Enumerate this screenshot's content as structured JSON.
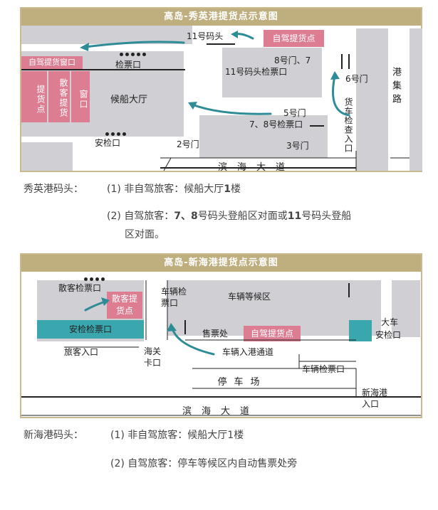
{
  "map1": {
    "title": "高岛-秀英港提货点示意图",
    "labels": {
      "pier11": "11号码头",
      "self_drive_pickup_top": "自驾提货点",
      "self_drive_window": "自驾提货窗口",
      "gate_8_7": "8号门、7",
      "pier11_check": "11号码头检票口",
      "gate6": "6号门",
      "road_gangji": "港集路",
      "ticket_check": "检票口",
      "pickup_point": "提货点",
      "walkin_window": "散客提货",
      "window": "窗口",
      "waiting_hall": "候船大厅",
      "gate5": "5号门",
      "pier78_check": "7、8号检票口",
      "truck_check": "货车检查入口",
      "security": "安检口",
      "gate2": "2号门",
      "gate3": "3号门",
      "road_binhai": "滨海大道"
    }
  },
  "caption1": {
    "head": "秀英港码头：",
    "line1_prefix": "(1) 非自驾旅客：候船大厅",
    "line1_bold": "1",
    "line1_suffix": "楼",
    "line2_prefix": "(2) 自驾旅客：",
    "line2_bold1": "7、8",
    "line2_mid": "号码头登船区对面或",
    "line2_bold2": "11",
    "line2_suffix": "号码头登船",
    "line3": "区对面。"
  },
  "map2": {
    "title": "高岛-新海港提货点示意图",
    "labels": {
      "walkin_check": "散客检票口",
      "walkin_pickup": "散客提货点",
      "vehicle_check_top": "车辆检票口",
      "vehicle_waiting": "车辆等候区",
      "security_check": "安检检票口",
      "ticket_office": "售票处",
      "self_drive_pickup": "自驾提货点",
      "big_truck": "大车",
      "security": "安检口",
      "passenger_entry": "旅客入口",
      "customs": "海关卡口",
      "vehicle_entry": "车辆入港通道",
      "vehicle_check_bottom": "车辆检票口",
      "parking": "停车场",
      "xinhai_entry": "新海港入口",
      "road_binhai": "滨海大道"
    }
  },
  "caption2": {
    "head": "新海港码头：",
    "line1": "(1) 非自驾旅客：候船大厅1楼",
    "line2": "(2) 自驾旅客：停车等候区内自动售票处旁"
  },
  "colors": {
    "title_bar": "#bfae7e",
    "pink": "#dc7d92",
    "teal": "#3aa6ad",
    "gray": "#cfcfd4",
    "arrow": "#2e8c96"
  }
}
